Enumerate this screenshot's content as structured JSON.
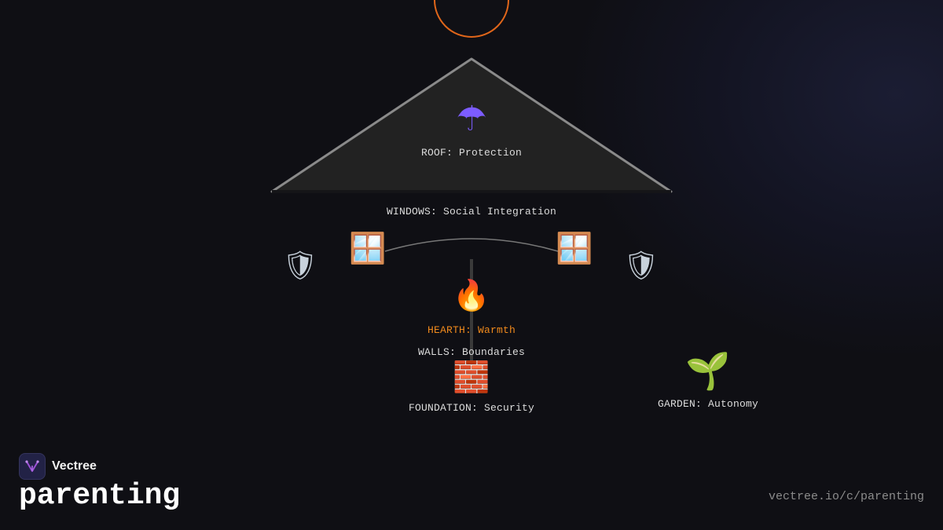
{
  "diagram": {
    "roof": {
      "label": "ROOF: Protection",
      "icon": "umbrella-icon",
      "glyph": "☂"
    },
    "windows": {
      "label": "WINDOWS: Social Integration",
      "icon": "window-icon",
      "glyph": "🪟"
    },
    "guards": {
      "icon": "shield-icon",
      "glyph": "🛡"
    },
    "hearth": {
      "label": "HEARTH: Warmth",
      "icon": "fire-icon",
      "glyph": "🔥",
      "color": "#f08a1c"
    },
    "walls": {
      "label": "WALLS: Boundaries",
      "icon": "brick-icon",
      "glyph": "🧱"
    },
    "foundation": {
      "label": "FOUNDATION: Security"
    },
    "garden": {
      "label": "GARDEN: Autonomy",
      "icon": "seedling-icon",
      "glyph": "🌱"
    },
    "sun_color": "#e0661a"
  },
  "brand": {
    "name": "Vectree",
    "logo_icon": "vectree-logo-icon",
    "accent": "#9b4fd6"
  },
  "topic": "parenting",
  "url": "vectree.io/c/parenting"
}
